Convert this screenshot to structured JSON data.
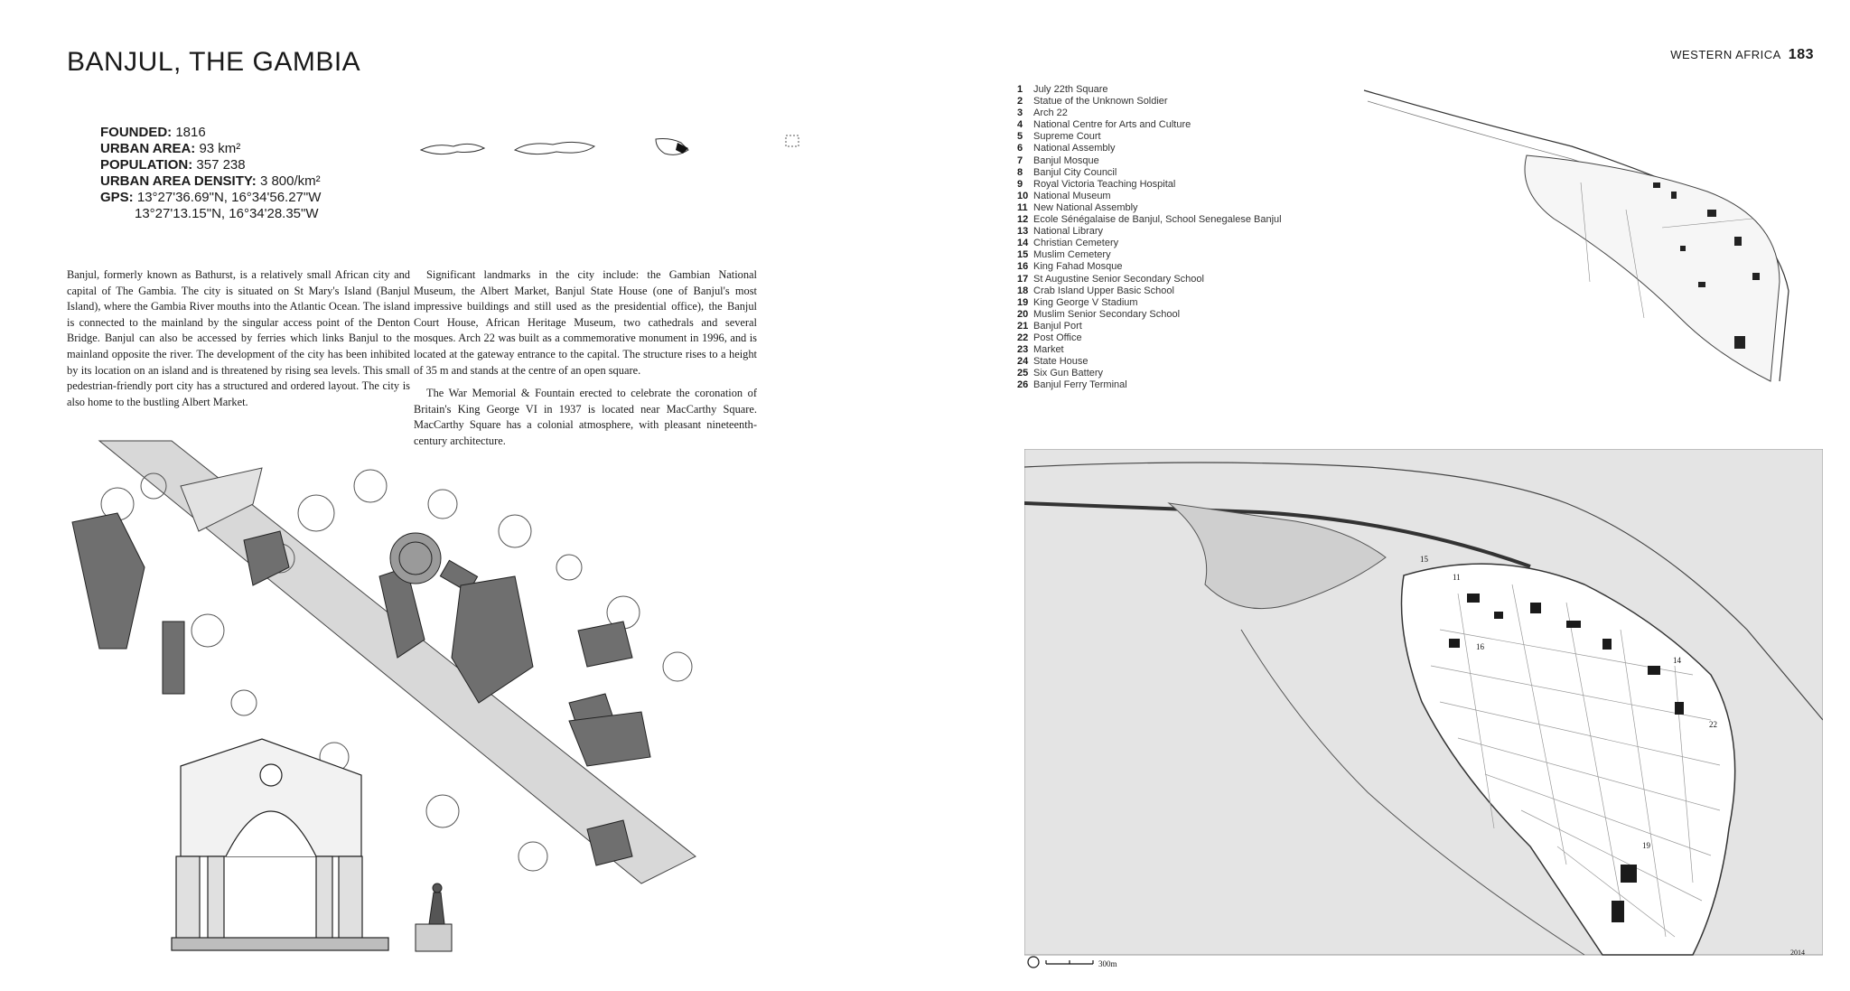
{
  "page": {
    "title": "BANJUL, THE GAMBIA",
    "section": "WESTERN AFRICA",
    "page_number": "183"
  },
  "facts": {
    "founded_label": "FOUNDED:",
    "founded": "1816",
    "urban_area_label": "URBAN AREA:",
    "urban_area": "93 km²",
    "population_label": "POPULATION:",
    "population": "357 238",
    "density_label": "URBAN AREA DENSITY:",
    "density": "3 800/km²",
    "gps_label": "GPS:",
    "gps_1": "13°27'36.69\"N, 16°34'56.27\"W",
    "gps_2": "13°27'13.15\"N, 16°34'28.35\"W"
  },
  "body": {
    "para1": "Banjul, formerly known as Bathurst, is a relatively small African city and capital of The Gambia. The city is situated on St Mary's Island (Banjul Island), where the Gambia River mouths into the Atlantic Ocean. The island is connected to the mainland by the singular access point of the Denton Bridge. Banjul can also be accessed by ferries which links Banjul to the mainland opposite the river. The development of the city has been inhibited by its location on an island and is threatened by rising sea levels. This small pedestrian-friendly port city has a structured and ordered layout. The city is also home to the bustling Albert Market.",
    "para2": "Significant landmarks in the city include: the Gambian National Museum, the Albert Market, Banjul State House (one of Banjul's most impressive buildings and still used as the presidential office), the Banjul Court House, African Heritage Museum, two cathedrals and several mosques. Arch 22 was built as a commemorative monument in 1996, and is located at the gateway entrance to the capital. The structure rises to a height of 35 m and stands at the centre of an open square.",
    "para3": "The War Memorial & Fountain erected to celebrate the coronation of Britain's King George VI in 1937 is located near MacCarthy Square. MacCarthy Square has a colonial atmosphere, with pleasant nineteenth-century architecture."
  },
  "legend": [
    {
      "n": "1",
      "t": "July 22th Square"
    },
    {
      "n": "2",
      "t": "Statue of the Unknown Soldier"
    },
    {
      "n": "3",
      "t": "Arch 22"
    },
    {
      "n": "4",
      "t": "National Centre for Arts and Culture"
    },
    {
      "n": "5",
      "t": "Supreme Court"
    },
    {
      "n": "6",
      "t": "National Assembly"
    },
    {
      "n": "7",
      "t": "Banjul Mosque"
    },
    {
      "n": "8",
      "t": "Banjul City Council"
    },
    {
      "n": "9",
      "t": "Royal Victoria Teaching Hospital"
    },
    {
      "n": "10",
      "t": "National Museum"
    },
    {
      "n": "11",
      "t": "New National Assembly"
    },
    {
      "n": "12",
      "t": "Ecole Sénégalaise de Banjul, School Senegalese Banjul"
    },
    {
      "n": "13",
      "t": "National Library"
    },
    {
      "n": "14",
      "t": "Christian Cemetery"
    },
    {
      "n": "15",
      "t": "Muslim Cemetery"
    },
    {
      "n": "16",
      "t": "King Fahad Mosque"
    },
    {
      "n": "17",
      "t": "St Augustine Senior Secondary School"
    },
    {
      "n": "18",
      "t": "Crab Island Upper Basic School"
    },
    {
      "n": "19",
      "t": "King George V Stadium"
    },
    {
      "n": "20",
      "t": "Muslim Senior Secondary School"
    },
    {
      "n": "21",
      "t": "Banjul Port"
    },
    {
      "n": "22",
      "t": "Post Office"
    },
    {
      "n": "23",
      "t": "Market"
    },
    {
      "n": "24",
      "t": "State House"
    },
    {
      "n": "25",
      "t": "Six Gun Battery"
    },
    {
      "n": "26",
      "t": "Banjul Ferry Terminal"
    }
  ],
  "map": {
    "scale_label": "300m",
    "year": "2014",
    "labels": [
      "15",
      "11",
      "16",
      "14",
      "22",
      "19"
    ]
  }
}
